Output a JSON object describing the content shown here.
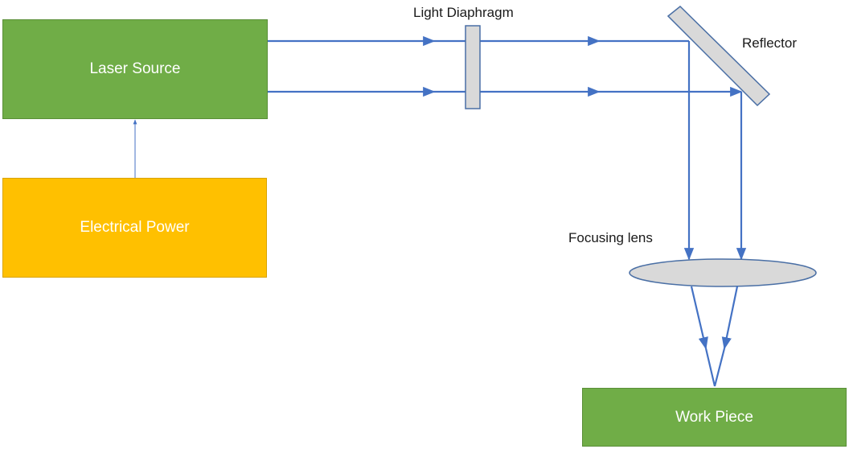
{
  "boxes": {
    "laser_source": "Laser Source",
    "electrical_power": "Electrical Power",
    "work_piece": "Work Piece"
  },
  "labels": {
    "light_diaphragm": "Light Diaphragm",
    "reflector": "Reflector",
    "focusing_lens": "Focusing lens"
  },
  "colors": {
    "green": "#70ad47",
    "yellow": "#ffc000",
    "beam": "#4472c4",
    "element_fill": "#d9d9d9",
    "element_stroke": "#4a6fa5"
  }
}
